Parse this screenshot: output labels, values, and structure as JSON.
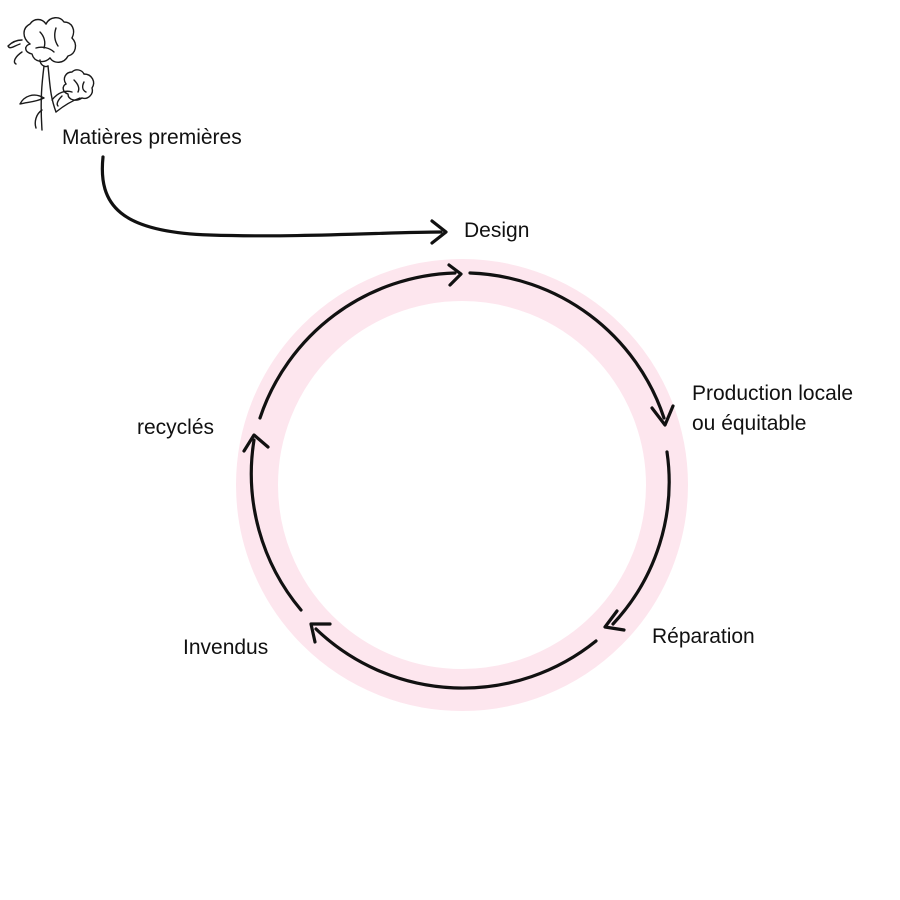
{
  "diagram": {
    "colors": {
      "ring": "#fde6ee",
      "stroke": "#111111",
      "background": "#ffffff"
    },
    "icon": "cotton-flower-icon",
    "labels": {
      "raw_materials": "Matières premières",
      "design": "Design",
      "production": [
        "Production locale",
        "ou équitable"
      ],
      "repair": "Réparation",
      "unsold": "Invendus",
      "recycled": "recyclés"
    },
    "flow": [
      "Matières premières",
      "Design",
      "Production locale ou équitable",
      "Réparation",
      "Invendus",
      "recyclés"
    ]
  }
}
